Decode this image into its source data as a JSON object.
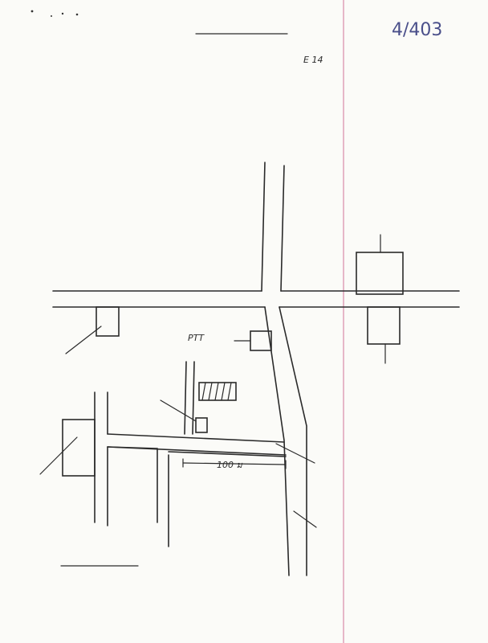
{
  "document": {
    "ref_number": "4/403",
    "title": "",
    "header_line_left": "",
    "header_line_middle": "",
    "header_line_code": "E 14",
    "margin_line_color": "#d98aa8",
    "ink_color": "#2a2a2a"
  },
  "map": {
    "labels": {
      "gov_office": "",
      "road_left": "",
      "road_right": "",
      "ptt_station": "PTT",
      "market": "",
      "electricity_office": "",
      "electricity_office_line2": "",
      "temple": "",
      "site": "",
      "school": "",
      "soi": "",
      "distance": "100 ม",
      "main_road_south": ""
    }
  },
  "address": {
    "heading": "",
    "line1": "",
    "line2": "",
    "line3": ""
  }
}
